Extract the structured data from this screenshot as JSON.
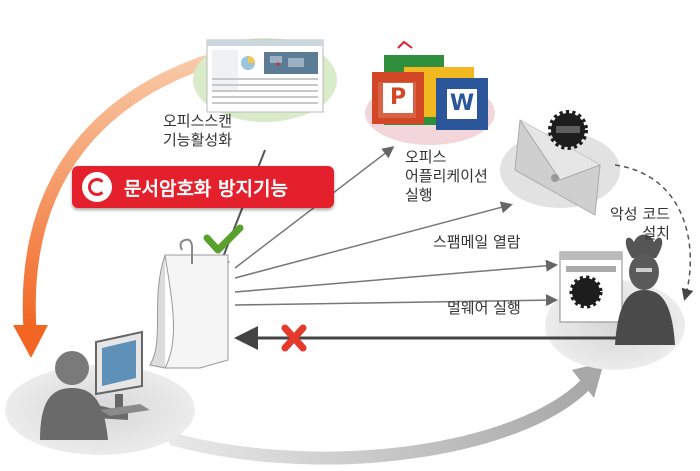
{
  "labels": {
    "office_scan": [
      "오피스스캔",
      "기능활성화"
    ],
    "doc_protection": "문서암호화 방지기능",
    "office_app": [
      "오피스",
      "어플리케이션",
      "실행"
    ],
    "malicious_code": [
      "악성 코드",
      "설치"
    ],
    "spam_open": "스팸메일 열람",
    "malware_run": "멀웨어 실행"
  },
  "icons": {
    "powerpoint": "P",
    "word": "W"
  },
  "colors": {
    "banner": "#e3202b",
    "orange_arrow": "#f26522",
    "check": "#5aa02c",
    "cross": "#e53a2b"
  }
}
